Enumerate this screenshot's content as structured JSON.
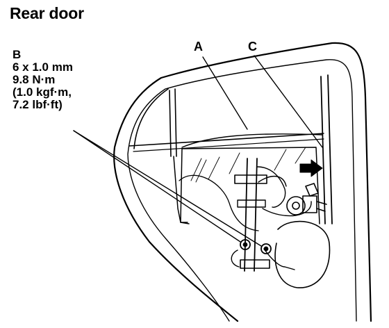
{
  "title": "Rear door",
  "labels": {
    "a": "A",
    "c": "C"
  },
  "spec": {
    "b": "B",
    "line1": "6 x 1.0 mm",
    "line2": "9.8 N·m",
    "line3": "(1.0 kgf·m,",
    "line4": "7.2 lbf·ft)"
  }
}
